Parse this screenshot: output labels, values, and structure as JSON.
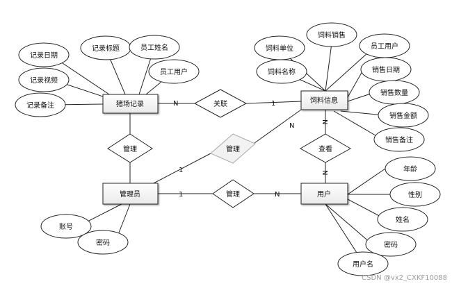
{
  "entities": {
    "farm_record": "猪场记录",
    "feed_info": "饲料信息",
    "admin": "管理员",
    "user": "用户"
  },
  "relationships": {
    "related": "关联",
    "manage_left": "管理",
    "manage_diag": "管理",
    "manage_bottom": "管理",
    "view": "查看"
  },
  "attributes": {
    "record_date": "记录日期",
    "record_title": "记录标题",
    "staff_name_a": "员工姓名",
    "record_video": "记录视频",
    "staff_user_a": "员工用户",
    "record_note": "记录备注",
    "feed_unit": "饲料单位",
    "feed_sales": "饲料销售",
    "staff_user_b": "员工用户",
    "feed_name": "饲料名称",
    "sale_date": "销售日期",
    "sale_qty": "销售数量",
    "sale_amount": "销售金额",
    "sale_note": "销售备注",
    "age": "年龄",
    "gender": "性别",
    "name": "姓名",
    "user_password": "密码",
    "username": "用户名",
    "account": "账号",
    "admin_password": "密码"
  },
  "cardinalities": {
    "farm_to_related": "N",
    "related_to_feed": "1",
    "feed_to_diag": "N",
    "diag_to_admin": "1",
    "admin_to_bottom": "1",
    "bottom_to_user": "N",
    "feed_to_view": "N",
    "view_to_user": "N"
  },
  "watermark": "CSDN @vx2_CXKF10088"
}
